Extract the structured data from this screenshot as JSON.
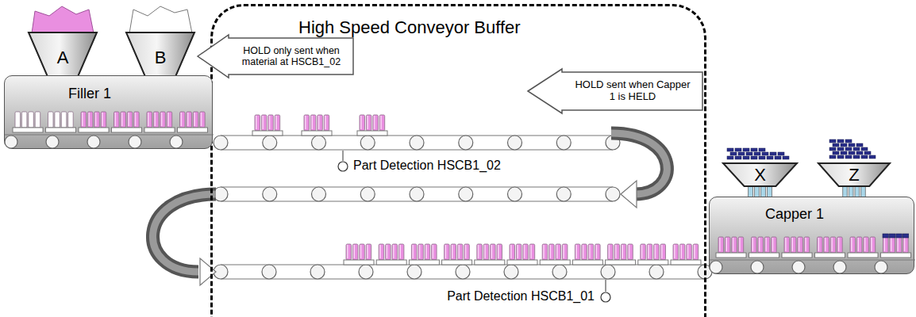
{
  "diagram": {
    "nodes": [
      {
        "text": [
          "High Speed Conveyor Buffer"
        ]
      },
      {
        "text": [
          "A"
        ]
      },
      {
        "text": [
          "B"
        ]
      },
      {
        "text": [
          "Filler 1"
        ]
      },
      {
        "text": [
          "HOLD only sent when material at HSCB1_02"
        ]
      },
      {
        "text": [
          "HOLD sent when Capper 1 is HELD"
        ]
      },
      {
        "text": [
          "X"
        ]
      },
      {
        "text": [
          "Z"
        ]
      },
      {
        "text": [
          "Capper 1"
        ]
      }
    ],
    "labels": [
      "Part Detection HSCB1_02",
      "Part Detection HSCB1_01"
    ]
  }
}
